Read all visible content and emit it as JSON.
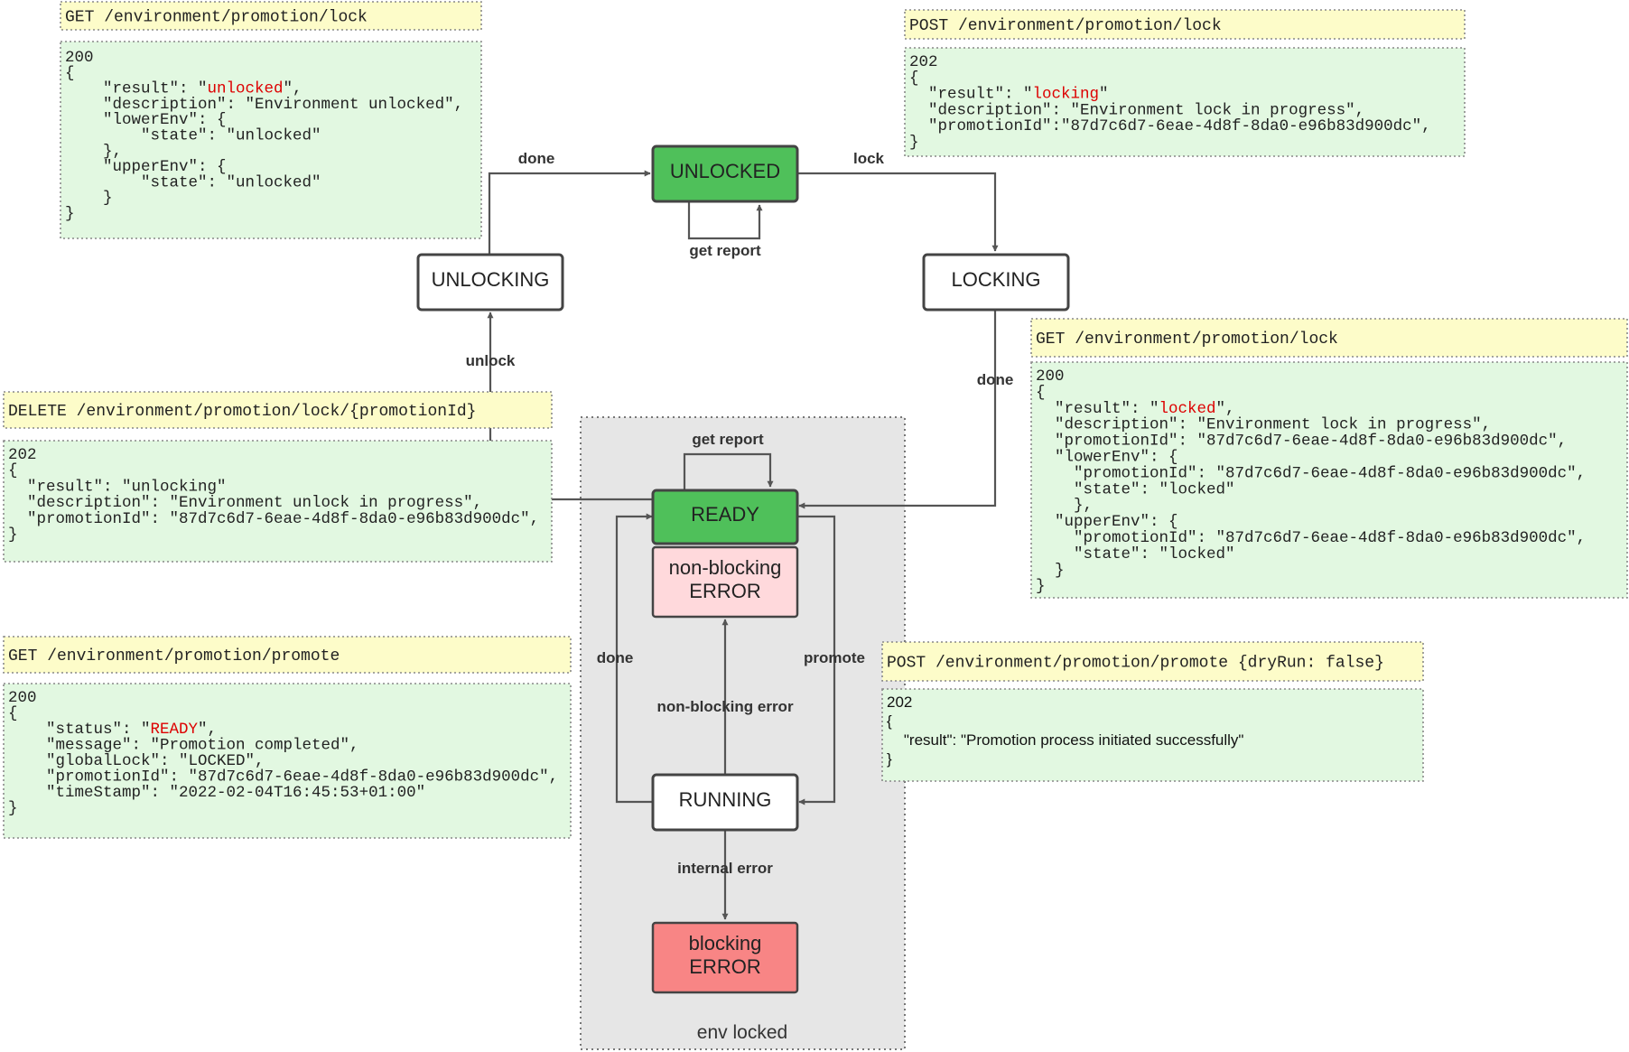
{
  "states": {
    "unlocked": "UNLOCKED",
    "unlocking": "UNLOCKING",
    "locking": "LOCKING",
    "ready": "READY",
    "nonblocking_line1": "non-blocking",
    "nonblocking_line2": "ERROR",
    "running": "RUNNING",
    "blocking_line1": "blocking",
    "blocking_line2": "ERROR"
  },
  "edges": {
    "done_top": "done",
    "lock": "lock",
    "get_report_unlocked": "get report",
    "unlock": "unlock",
    "done_locking": "done",
    "get_report_ready": "get report",
    "done_running": "done",
    "promote": "promote",
    "non_blocking_error": "non-blocking error",
    "internal_error": "internal error"
  },
  "group_label": "env locked",
  "colors": {
    "state_green": "#4fc05a",
    "state_pink": "#ffd9dc",
    "state_red": "#f88585",
    "endpoint_yellow": "#fdfcc9",
    "response_green": "#e2f8e1",
    "group_grey": "#e6e6e6",
    "value_red": "#dd0000"
  },
  "panels": {
    "get_lock_unlocked": {
      "endpoint": "GET /environment/promotion/lock",
      "lines": [
        {
          "text": "200"
        },
        {
          "text": "{"
        },
        {
          "pre": "    \"result\": \"",
          "hi": "unlocked",
          "post": "\","
        },
        {
          "text": "    \"description\": \"Environment unlocked\","
        },
        {
          "text": "    \"lowerEnv\": {"
        },
        {
          "text": "        \"state\": \"unlocked\""
        },
        {
          "text": "    },"
        },
        {
          "text": "    \"upperEnv\": {"
        },
        {
          "text": "        \"state\": \"unlocked\""
        },
        {
          "text": "    }"
        },
        {
          "text": "}"
        }
      ]
    },
    "post_lock": {
      "endpoint": "POST /environment/promotion/lock",
      "lines": [
        {
          "text": "202"
        },
        {
          "text": "{"
        },
        {
          "pre": "  \"result\": \"",
          "hi": "locking",
          "post": "\""
        },
        {
          "text": "  \"description\": \"Environment lock in progress\","
        },
        {
          "text": "  \"promotionId\":\"87d7c6d7-6eae-4d8f-8da0-e96b83d900dc\","
        },
        {
          "text": "}"
        }
      ]
    },
    "get_lock_locked": {
      "endpoint": "GET /environment/promotion/lock",
      "lines": [
        {
          "text": "200"
        },
        {
          "text": "{"
        },
        {
          "pre": "  \"result\": \"",
          "hi": "locked",
          "post": "\","
        },
        {
          "text": "  \"description\": \"Environment lock in progress\","
        },
        {
          "text": "  \"promotionId\": \"87d7c6d7-6eae-4d8f-8da0-e96b83d900dc\","
        },
        {
          "text": "  \"lowerEnv\": {"
        },
        {
          "text": "    \"promotionId\": \"87d7c6d7-6eae-4d8f-8da0-e96b83d900dc\","
        },
        {
          "text": "    \"state\": \"locked\""
        },
        {
          "text": "    },"
        },
        {
          "text": "  \"upperEnv\": {"
        },
        {
          "text": "    \"promotionId\": \"87d7c6d7-6eae-4d8f-8da0-e96b83d900dc\","
        },
        {
          "text": "    \"state\": \"locked\""
        },
        {
          "text": "  }"
        },
        {
          "text": "}"
        }
      ]
    },
    "delete_lock": {
      "endpoint": "DELETE /environment/promotion/lock/{promotionId}",
      "lines": [
        {
          "text": "202"
        },
        {
          "text": "{"
        },
        {
          "text": "  \"result\": \"unlocking\""
        },
        {
          "text": "  \"description\": \"Environment unlock in progress\","
        },
        {
          "text": "  \"promotionId\": \"87d7c6d7-6eae-4d8f-8da0-e96b83d900dc\","
        },
        {
          "text": "}"
        }
      ]
    },
    "get_promote": {
      "endpoint": "GET /environment/promotion/promote",
      "lines": [
        {
          "text": "200"
        },
        {
          "text": "{"
        },
        {
          "pre": "    \"status\": \"",
          "hi": "READY",
          "post": "\","
        },
        {
          "text": "    \"message\": \"Promotion completed\","
        },
        {
          "text": "    \"globalLock\": \"LOCKED\","
        },
        {
          "text": "    \"promotionId\": \"87d7c6d7-6eae-4d8f-8da0-e96b83d900dc\","
        },
        {
          "text": "    \"timeStamp\": \"2022-02-04T16:45:53+01:00\""
        },
        {
          "text": "}"
        }
      ]
    },
    "post_promote": {
      "endpoint": "POST /environment/promotion/promote {dryRun: false}",
      "lines": [
        {
          "text": "202"
        },
        {
          "text": "{"
        },
        {
          "text": "    \"result\": \"Promotion process initiated successfully\""
        },
        {
          "text": "}"
        }
      ]
    }
  }
}
